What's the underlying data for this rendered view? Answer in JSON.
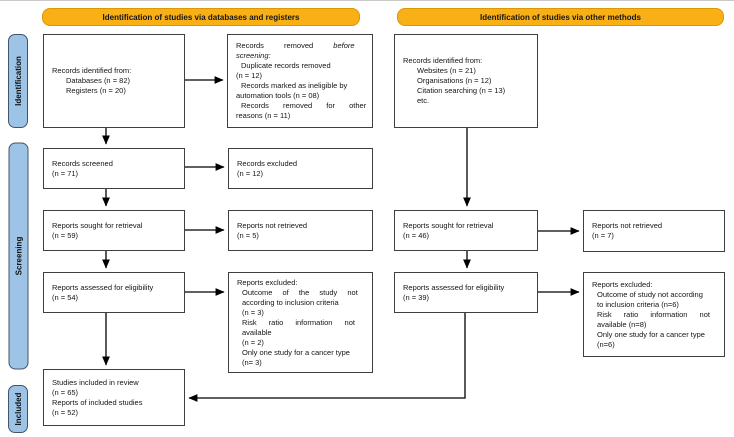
{
  "banners": {
    "databases": "Identification of studies via databases and registers",
    "other": "Identification of studies via other methods"
  },
  "sidebar": {
    "identification": "Identification",
    "screening": "Screening",
    "included": "Included"
  },
  "colors": {
    "banner": "#F9B016",
    "sidebar_fill": "#9DC3E6",
    "sidebar_border": "#44546A",
    "box_border": "#3F3F3F",
    "arrow": "#000000"
  },
  "boxes": {
    "db_records_identified": {
      "title": "Records identified from:",
      "items": [
        "Databases (n = 82)",
        "Registers (n = 20)"
      ]
    },
    "records_removed": {
      "intro_normal": "Records removed",
      "intro_italic_1": "before",
      "intro_italic_2": "screening:",
      "lines": [
        "Duplicate records removed",
        "(n = 12)",
        "Records marked as ineligible by",
        "automation tools (n = 08)",
        "Records removed for other",
        "reasons (n = 11)"
      ]
    },
    "records_screened": {
      "lines": [
        "Records screened",
        "(n = 71)"
      ]
    },
    "records_excluded": {
      "lines": [
        "Records excluded",
        "(n = 12)"
      ]
    },
    "reports_sought_db": {
      "lines": [
        "Reports sought for retrieval",
        "(n = 59)"
      ]
    },
    "reports_not_retrieved_db": {
      "lines": [
        "Reports not retrieved",
        "(n = 5)"
      ]
    },
    "reports_assessed_db": {
      "lines": [
        "Reports assessed for eligibility",
        "(n = 54)"
      ]
    },
    "reports_excluded_db": {
      "title": "Reports excluded:",
      "lines": [
        "Outcome of the study not",
        "according to inclusion criteria",
        "(n = 3)",
        "Risk ratio information not",
        "available",
        "(n = 2)",
        "Only one study for a cancer type",
        "(n= 3)"
      ]
    },
    "included_studies": {
      "lines": [
        "Studies included in review",
        "(n = 65)",
        "Reports of included studies",
        "(n = 52)"
      ]
    },
    "other_records_identified": {
      "title": "Records identified from:",
      "items": [
        "Websites (n = 21)",
        "Organisations (n = 12)",
        "Citation searching (n = 13)",
        "etc."
      ]
    },
    "reports_sought_other": {
      "lines": [
        "Reports sought for retrieval",
        "(n = 46)"
      ]
    },
    "reports_not_retrieved_other": {
      "lines": [
        "Reports not retrieved",
        "(n = 7)"
      ]
    },
    "reports_assessed_other": {
      "lines": [
        "Reports assessed for eligibility",
        "(n = 39)"
      ]
    },
    "reports_excluded_other": {
      "title": "Reports excluded:",
      "lines": [
        "Outcome of study not according",
        "to inclusion criteria (n=6)",
        "Risk ratio information not",
        "available (n=8)",
        "Only one study for a cancer type",
        "(n=6)"
      ]
    }
  }
}
